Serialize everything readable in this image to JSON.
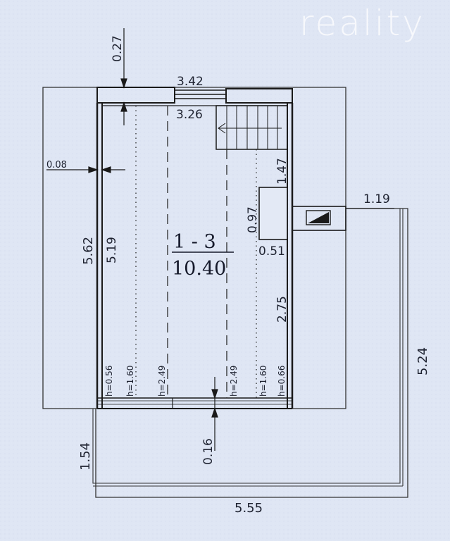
{
  "watermark": "reality",
  "room": {
    "number": "1 - 3",
    "area": "10.40"
  },
  "dimensions": {
    "top_overall": "3.42",
    "top_inner": "3.26",
    "top_thickness": "0.27",
    "left_offset": "0.08",
    "left_outer": "5.62",
    "left_inner": "5.19",
    "stair_length": "1.47",
    "column_size": "0.97",
    "column_gap": "0.51",
    "right_lower": "2.75",
    "right_ext_top": "1.19",
    "right_ext_side": "5.24",
    "bottom_thickness": "0.16",
    "bottom_ext_left": "1.54",
    "bottom_overall": "5.55"
  },
  "heights": [
    "h=0.56",
    "h=1.60",
    "h=2.49",
    "h=2.49",
    "h=1.60",
    "h=0.66"
  ]
}
